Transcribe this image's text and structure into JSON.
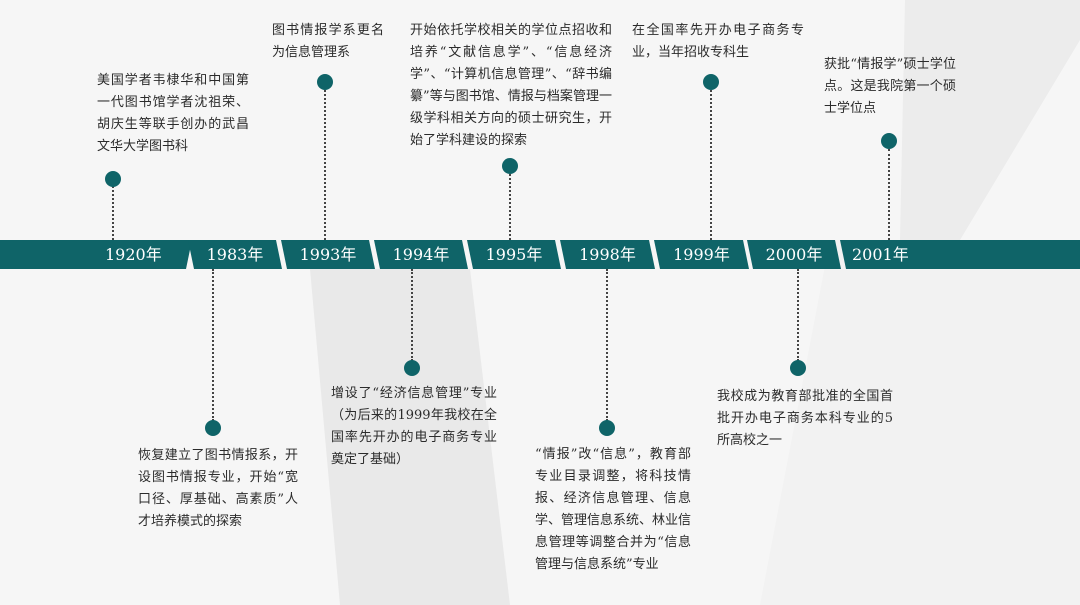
{
  "accent_color": "#0f6468",
  "timeline": [
    {
      "year": "1920年",
      "text": "美国学者韦棣华和中国第一代图书馆学者沈祖荣、胡庆生等联手创办的武昌文华大学图书科"
    },
    {
      "year": "1983年",
      "text": "恢复建立了图书情报系，开设图书情报专业，开始“宽口径、厚基础、高素质”人才培养模式的探索"
    },
    {
      "year": "1993年",
      "text": "图书情报学系更名为信息管理系"
    },
    {
      "year": "1994年",
      "text": "增设了“经济信息管理”专业（为后来的1999年我校在全国率先开办的电子商务专业奠定了基础）"
    },
    {
      "year": "1995年",
      "text": "开始依托学校相关的学位点招收和培养“文献信息学”、“信息经济学”、“计算机信息管理”、“辞书编纂”等与图书馆、情报与档案管理一级学科相关方向的硕士研究生，开始了学科建设的探索"
    },
    {
      "year": "1998年",
      "text": "“情报”改“信息”，教育部专业目录调整，将科技情报、经济信息管理、信息学、管理信息系统、林业信息管理等调整合并为“信息管理与信息系统”专业"
    },
    {
      "year": "1999年",
      "text": "在全国率先开办电子商务专业，当年招收专科生"
    },
    {
      "year": "2000年",
      "text": "我校成为教育部批准的全国首批开办电子商务本科专业的5所高校之一"
    },
    {
      "year": "2001年",
      "text": "获批“情报学”硕士学位点。这是我院第一个硕士学位点"
    }
  ]
}
